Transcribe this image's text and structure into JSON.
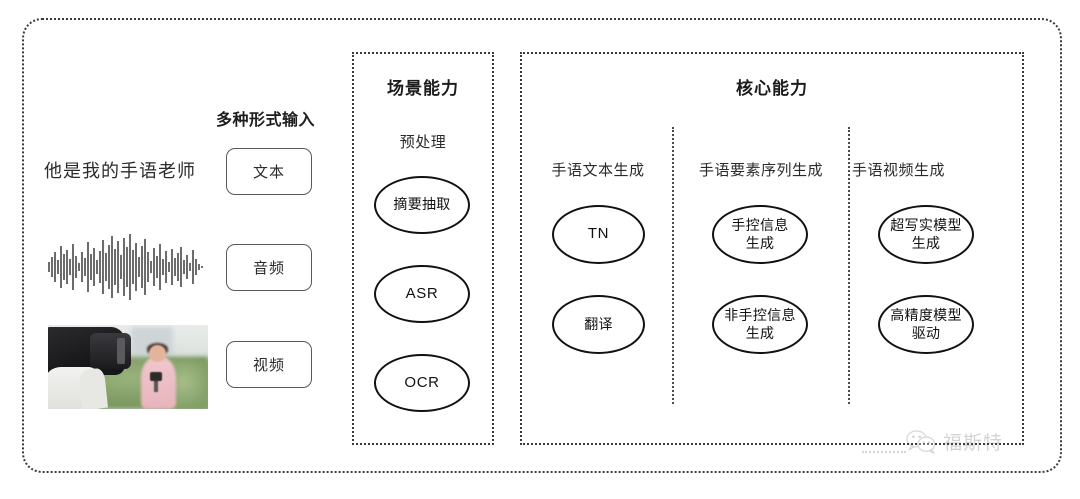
{
  "diagram": {
    "input_section": {
      "heading": "多种形式输入",
      "sample_text": "他是我的手语老师",
      "modalities": [
        {
          "label": "文本",
          "icon": "text-icon"
        },
        {
          "label": "音频",
          "icon": "waveform-icon"
        },
        {
          "label": "视频",
          "icon": "video-thumbnail-icon"
        }
      ]
    },
    "scene_panel": {
      "title": "场景能力",
      "subtitle": "预处理",
      "nodes": [
        {
          "label": "摘要抽取",
          "script": "cjk"
        },
        {
          "label": "ASR",
          "script": "latin"
        },
        {
          "label": "OCR",
          "script": "latin"
        }
      ]
    },
    "core_panel": {
      "title": "核心能力",
      "columns": [
        {
          "heading": "手语文本生成",
          "nodes": [
            {
              "line1": "TN",
              "line2": "",
              "script": "latin"
            },
            {
              "line1": "翻译",
              "line2": "",
              "script": "cjk"
            }
          ]
        },
        {
          "heading": "手语要素序列生成",
          "nodes": [
            {
              "line1": "手控信息",
              "line2": "生成",
              "script": "cjk"
            },
            {
              "line1": "非手控信息",
              "line2": "生成",
              "script": "cjk"
            }
          ]
        },
        {
          "heading": "手语视频生成",
          "nodes": [
            {
              "line1": "超写实模型",
              "line2": "生成",
              "script": "cjk"
            },
            {
              "line1": "高精度模型",
              "line2": "驱动",
              "script": "cjk"
            }
          ]
        }
      ]
    },
    "watermark": {
      "text": "福斯特",
      "icon": "wechat-icon"
    },
    "colors": {
      "border": "#3a3a3a",
      "node_stroke": "#111111",
      "button_stroke": "#555a5f",
      "text": "#1a1a1a",
      "background": "#ffffff"
    }
  }
}
